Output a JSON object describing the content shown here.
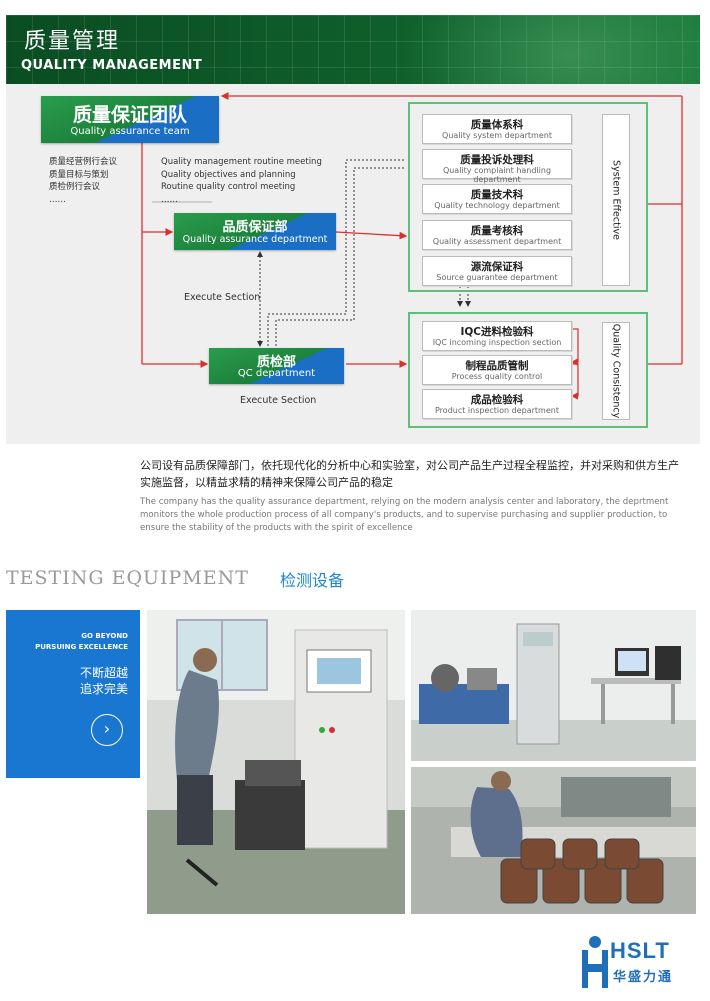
{
  "header": {
    "title_cn": "质量管理",
    "title_en": "QUALITY MANAGEMENT"
  },
  "diagram": {
    "team": {
      "cn": "质量保证团队",
      "en": "Quality assurance team"
    },
    "team_notes_cn": [
      "质量经营例行会议",
      "质量目标与策划",
      "质检例行会议",
      "……"
    ],
    "team_notes_en": [
      "Quality management routine meeting",
      "Quality objectives and planning",
      "Routine quality control meeting",
      "……"
    ],
    "qa_dept": {
      "cn": "品质保证部",
      "en": "Quality assurance department"
    },
    "qc_dept": {
      "cn": "质检部",
      "en": "QC department"
    },
    "execute_label_1": "Execute Section",
    "execute_label_2": "Execute Section",
    "system_panel": {
      "side_label": "System Effective",
      "items": [
        {
          "cn": "质量体系科",
          "en": "Quality system department"
        },
        {
          "cn": "质量投诉处理科",
          "en": "Quality complaint handling department"
        },
        {
          "cn": "质量技术科",
          "en": "Quality technology department"
        },
        {
          "cn": "质量考核科",
          "en": "Quality assessment department"
        },
        {
          "cn": "源流保证科",
          "en": "Source guarantee department"
        }
      ]
    },
    "consistency_panel": {
      "side_label": "Quality Consistency",
      "items": [
        {
          "cn": "IQC进料检验科",
          "en": "IQC incoming inspection section"
        },
        {
          "cn": "制程品质管制",
          "en": "Process quality control"
        },
        {
          "cn": "成品检验科",
          "en": "Product inspection department"
        }
      ]
    },
    "colors": {
      "green": "#1b7f3a",
      "blue": "#1a6fc4",
      "arrow_red": "#d9302c",
      "panel_border": "#5cc07a"
    }
  },
  "paragraph": {
    "cn": "公司设有品质保障部门，依托现代化的分析中心和实验室，对公司产品生产过程全程监控，并对采购和供方生产实施监督，以精益求精的精神来保障公司产品的稳定",
    "en": "The company has the quality assurance department, relying on the modern analysis center and laboratory, the deprtment monitors the whole production process of all company's products, and to supervise purchasing and supplier production, to ensure the stability of the products with the spirit of excellence"
  },
  "testing": {
    "title_en": "TESTING EQUIPMENT",
    "title_cn": "检测设备",
    "panel": {
      "en_line1": "GO BEYOND",
      "en_line2": "PURSUING EXCELLENCE",
      "cn_line1": "不断超越",
      "cn_line2": "追求完美",
      "arrow_icon": "chevron-right-icon"
    }
  },
  "logo": {
    "en": "HSLT",
    "cn": "华盛力通",
    "color": "#1f6fb8"
  }
}
